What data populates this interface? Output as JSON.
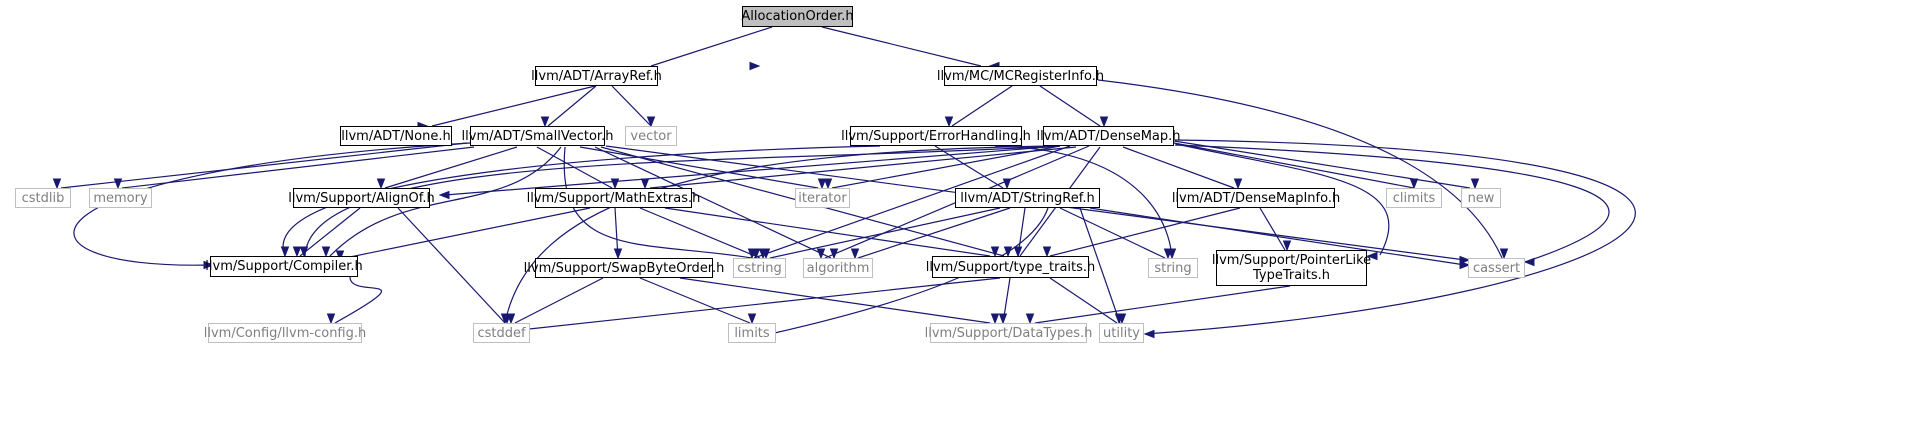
{
  "graph": {
    "nodes": {
      "allocation_order_h": "AllocationOrder.h",
      "arrayref_h": "llvm/ADT/ArrayRef.h",
      "mcregisterinfo_h": "llvm/MC/MCRegisterInfo.h",
      "none_h": "llvm/ADT/None.h",
      "smallvector_h": "llvm/ADT/SmallVector.h",
      "vector": "vector",
      "errorhandling_h": "llvm/Support/ErrorHandling.h",
      "densemap_h": "llvm/ADT/DenseMap.h",
      "cstdlib": "cstdlib",
      "memory": "memory",
      "alignof_h": "llvm/Support/AlignOf.h",
      "mathextras_h": "llvm/Support/MathExtras.h",
      "iterator": "iterator",
      "stringref_h": "llvm/ADT/StringRef.h",
      "densemapinfo_h": "llvm/ADT/DenseMapInfo.h",
      "climits": "climits",
      "new": "new",
      "compiler_h": "llvm/Support/Compiler.h",
      "swapbyteorder_h": "llvm/Support/SwapByteOrder.h",
      "cstring": "cstring",
      "algorithm": "algorithm",
      "type_traits_h": "llvm/Support/type_traits.h",
      "string": "string",
      "pointerlike_line1": "llvm/Support/PointerLike",
      "pointerlike_line2": "TypeTraits.h",
      "cassert": "cassert",
      "llvm_config_h": "llvm/Config/llvm-config.h",
      "cstddef": "cstddef",
      "limits": "limits",
      "datatypes_h": "llvm/Support/DataTypes.h",
      "utility": "utility"
    },
    "colors": {
      "edge": "#191970",
      "root_fill": "#bfbfbf",
      "node_border": "#000000",
      "external_border": "#bfbfbf",
      "external_text": "#7f7f7f"
    }
  }
}
